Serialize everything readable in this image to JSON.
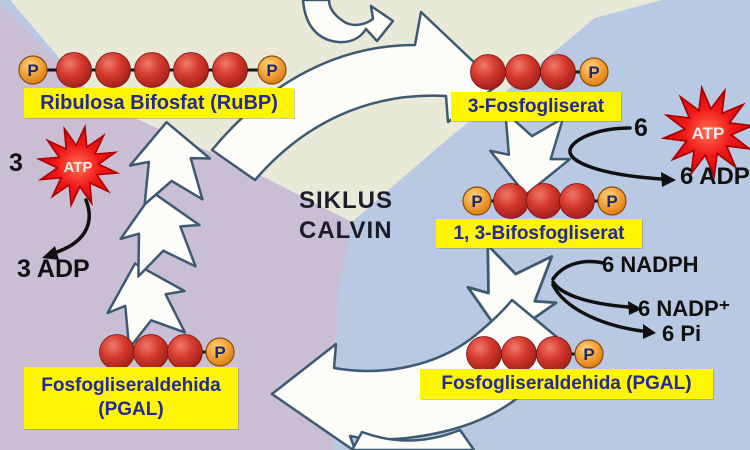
{
  "title": {
    "line1": "SIKLUS",
    "line2": "CALVIN"
  },
  "phosphate_symbol": "P",
  "molecules": [
    {
      "id": "rubp",
      "label": "Ribulosa Bifosfat (RuBP)",
      "balls": 5,
      "p_left": true,
      "p_right": true
    },
    {
      "id": "pga",
      "label": "3-Fosfogliserat",
      "balls": 3,
      "p_left": false,
      "p_right": true
    },
    {
      "id": "bpg",
      "label": "1, 3-Bifosfogliserat",
      "balls": 3,
      "p_left": true,
      "p_right": true
    },
    {
      "id": "pgal_right",
      "label": "Fosfogliseraldehida (PGAL)",
      "balls": 3,
      "p_left": false,
      "p_right": true
    },
    {
      "id": "pgal_left",
      "label": "Fosfogliseraldehida",
      "label2": "(PGAL)",
      "balls": 3,
      "p_left": false,
      "p_right": true
    }
  ],
  "annotations": {
    "atp_left_count": "3",
    "atp_left": "ATP",
    "adp_left": "3 ADP",
    "atp_right_count": "6",
    "atp_right": "ATP",
    "adp_right": "6 ADP",
    "nadph": "6 NADPH",
    "nadp": "6 NADP⁺",
    "pi": "6 Pi"
  },
  "colors": {
    "background_blue": "#b9c9e3",
    "background_purple": "#c9bed4",
    "background_cream": "#e9e9d8",
    "label_highlight": "#fdf502",
    "label_text": "#232a94",
    "cycle_arrow_fill": "#fcfcf8",
    "cycle_arrow_stroke": "#3e5a72",
    "carbon_ball_red": "#cf2f27",
    "phosphate_orange": "#f09a30",
    "atp_burst_red": "#ee1212",
    "annotation_black": "#101010"
  }
}
